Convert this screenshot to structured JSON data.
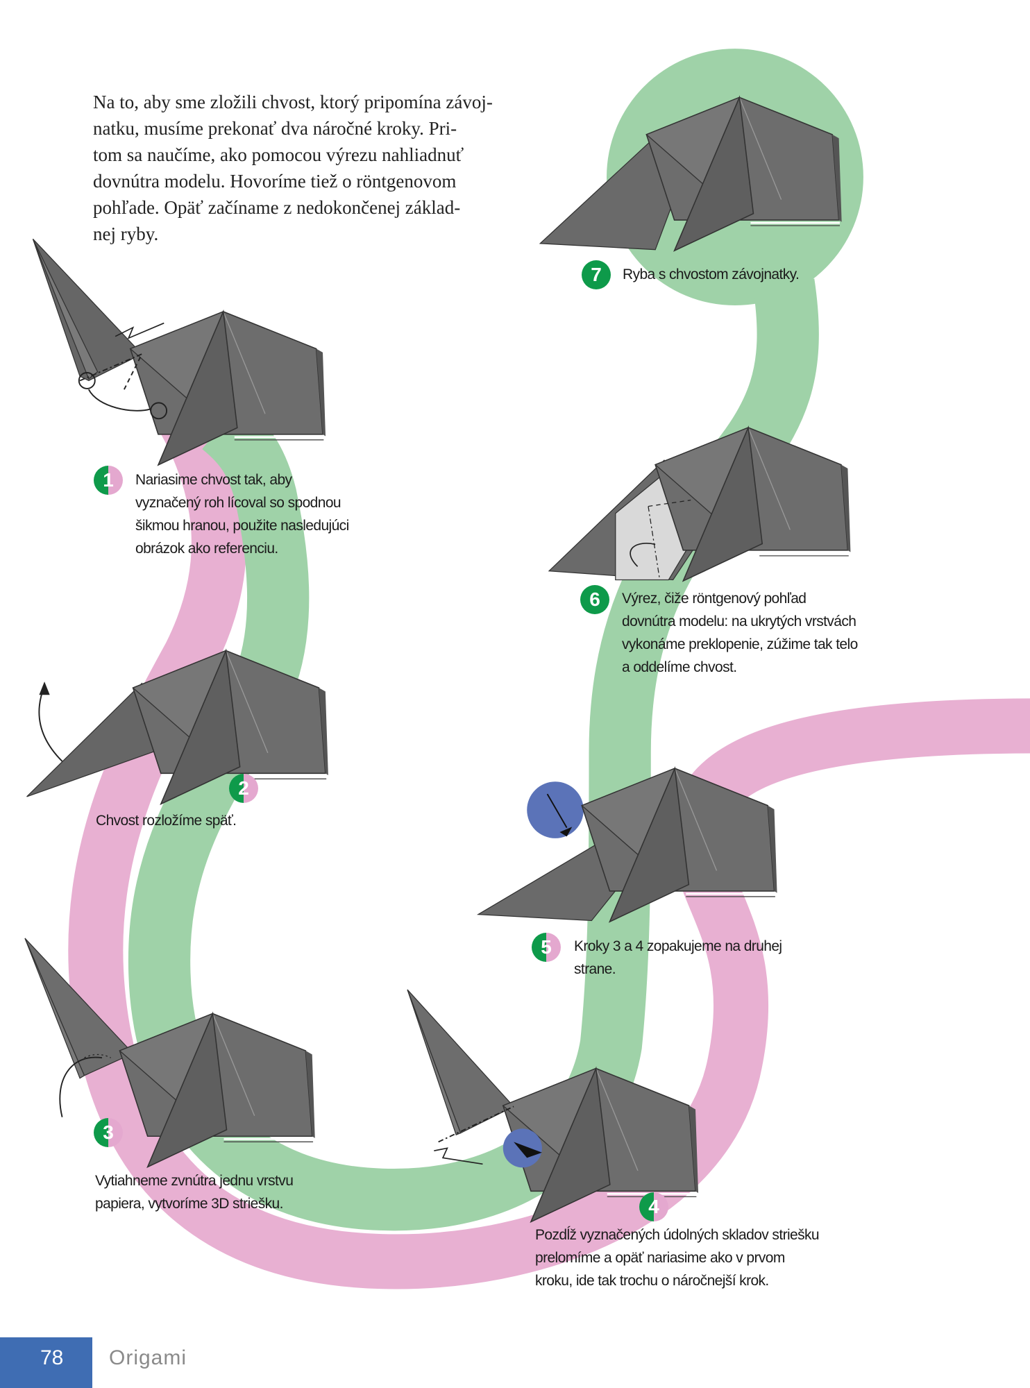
{
  "intro": [
    "Na to, aby sme zložili chvost, ktorý pripomína závoj-",
    "natku, musíme prekonať dva náročné kroky. Pri-",
    "tom sa naučíme, ako pomocou výrezu nahliadnuť",
    "dovnútra modelu. Hovoríme tiež o röntgenovom",
    "pohľade. Opäť začíname z nedokončenej základ-",
    "nej ryby."
  ],
  "steps": [
    {
      "number": "1",
      "lines": [
        "Nariasime chvost tak, aby",
        "vyznačený roh lícoval so spodnou",
        "šikmou hranou, použite nasledujúci",
        "obrázok ako referenciu."
      ]
    },
    {
      "number": "2",
      "lines": [
        "Chvost rozložíme späť."
      ]
    },
    {
      "number": "3",
      "lines": [
        "Vytiahneme zvnútra jednu vrstvu",
        "papiera, vytvoríme 3D striešku."
      ]
    },
    {
      "number": "4",
      "lines": [
        "Pozdĺž vyznačených údolných skladov striešku",
        "prelomíme a opäť nariasime ako v prvom",
        "kroku, ide tak trochu o náročnejší krok."
      ]
    },
    {
      "number": "5",
      "lines": [
        "Kroky 3 a 4 zopakujeme na druhej",
        "strane."
      ]
    },
    {
      "number": "6",
      "lines": [
        "Výrez, čiže röntgenový pohľad",
        "dovnútra modelu: na ukrytých vrstvách",
        "vykonáme preklopenie, zúžime tak telo",
        "a oddelíme chvost."
      ]
    },
    {
      "number": "7",
      "lines": [
        "Ryba s chvostom závojnatky."
      ]
    }
  ],
  "footer": {
    "page_number": "78",
    "book_title": "Origami"
  },
  "colors": {
    "green": "#9fd2a8",
    "pink": "#e8b0d2",
    "badge_green": "#0e9a4a",
    "paper_gray": "#6b6b6b",
    "blue": "#5b73b8"
  }
}
